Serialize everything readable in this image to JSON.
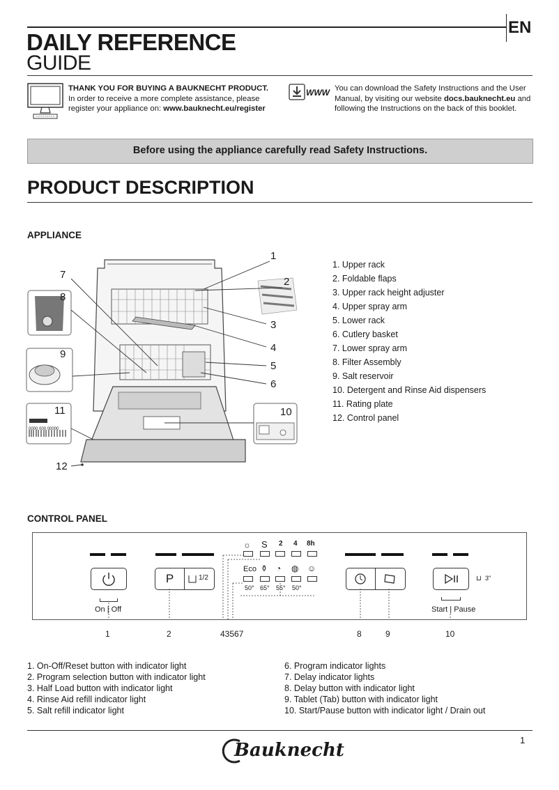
{
  "header": {
    "lang": "EN",
    "title_line1": "DAILY REFERENCE",
    "title_line2": "GUIDE"
  },
  "intro": {
    "thanks_title": "THANK YOU FOR BUYING A BAUKNECHT PRODUCT.",
    "thanks_line1": "In order to receive a more complete assistance, please",
    "thanks_line2_prefix": "register your appliance on: ",
    "register_url": "www.bauknecht.eu/register",
    "www_label": "WWW",
    "download_line1": "You can download the Safety Instructions and the User",
    "download_line2_prefix": "Manual, by visiting our website ",
    "docs_url": "docs.bauknecht.eu",
    "download_line2_suffix": " and",
    "download_line3": "following the Instructions on the back of this booklet."
  },
  "banner": "Before using the appliance carefully read Safety Instructions.",
  "product_description": {
    "title": "PRODUCT  DESCRIPTION",
    "appliance_heading": "APPLIANCE",
    "appliance_items": [
      "1.  Upper rack",
      "2.  Foldable flaps",
      "3.  Upper rack height adjuster",
      "4.  Upper spray arm",
      "5.  Lower rack",
      "6.  Cutlery basket",
      "7.  Lower spray arm",
      "8.  Filter Assembly",
      "9.  Salt reservoir",
      "10.  Detergent and Rinse Aid dispensers",
      "11.  Rating plate",
      "12.  Control panel"
    ],
    "callouts": [
      "1",
      "2",
      "3",
      "4",
      "5",
      "6",
      "7",
      "8",
      "9",
      "10",
      "11",
      "12"
    ],
    "rating_plate_text": "0000 000 00000"
  },
  "control_panel": {
    "heading": "CONTROL PANEL",
    "on_off_label": "On | Off",
    "start_pause_label": "Start | Pause",
    "half_load_label": "1/2",
    "program_letter": "P",
    "delay_hours": [
      "2",
      "4",
      "8h"
    ],
    "eco_label": "Eco",
    "temps": [
      "50°",
      "65°",
      "55°",
      "50°"
    ],
    "drain_label": "3\"",
    "bottom_numbers": [
      "1",
      "2",
      "43567",
      "8",
      "9",
      "10"
    ],
    "items_left": [
      "1.  On-Off/Reset button with indicator light",
      "2.  Program selection button with indicator light",
      "3.  Half Load button with indicator light",
      "4.  Rinse Aid refill indicator light",
      "5.  Salt refill indicator light"
    ],
    "items_right": [
      "6.  Program indicator lights",
      "7.  Delay indicator lights",
      "8.  Delay button with indicator light",
      "9.  Tablet (Tab) button with indicator light",
      "10.  Start/Pause button with indicator light / Drain out"
    ]
  },
  "footer": {
    "page_number": "1",
    "brand": "Bauknecht"
  }
}
